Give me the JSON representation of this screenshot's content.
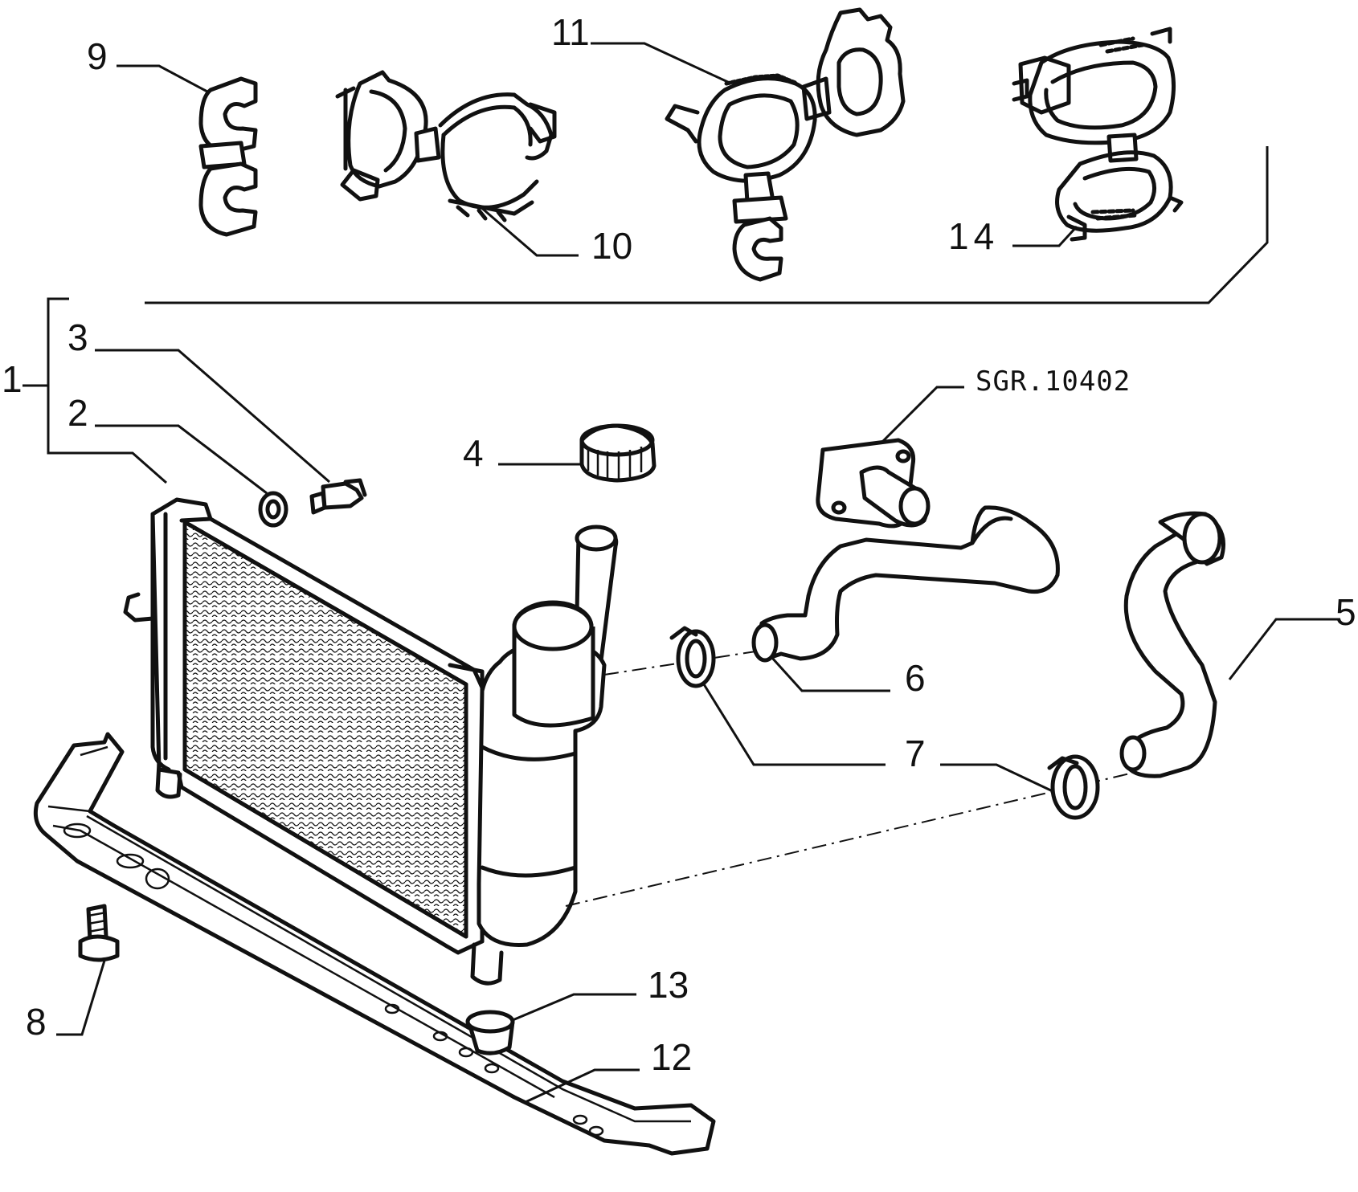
{
  "drawing_code": "SGR.10402",
  "callouts": {
    "c1": "1",
    "c2": "2",
    "c3": "3",
    "c4": "4",
    "c5": "5",
    "c6": "6",
    "c7": "7",
    "c8": "8",
    "c9": "9",
    "c10": "10",
    "c11": "11",
    "c12": "12",
    "c13": "13",
    "c14": "14"
  },
  "colors": {
    "line": "#111111",
    "background": "#ffffff"
  }
}
